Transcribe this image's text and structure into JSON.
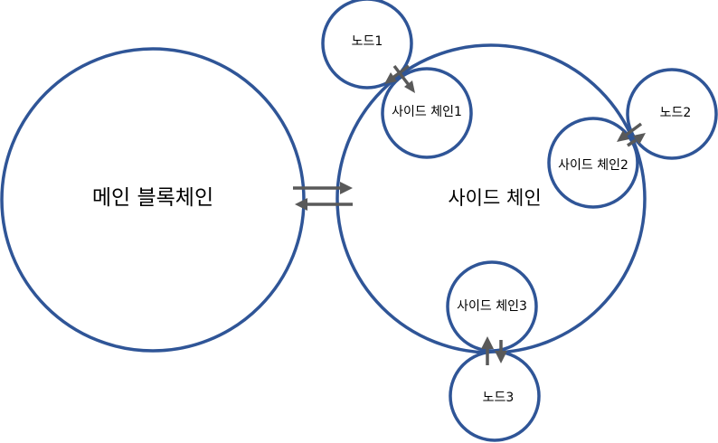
{
  "colors": {
    "circle_stroke": "#2f5597",
    "arrow": "#595959",
    "text": "#000000"
  },
  "diagram": {
    "main_chain": {
      "label": "메인 블록체인"
    },
    "side_chain": {
      "label": "사이드 체인"
    },
    "side_chain_1": {
      "label": "사이드 체인1"
    },
    "side_chain_2": {
      "label": "사이드 체인2"
    },
    "side_chain_3": {
      "label": "사이드 체인3"
    },
    "node_1": {
      "label": "노드1"
    },
    "node_2": {
      "label": "노드2"
    },
    "node_3": {
      "label": "노드3"
    }
  }
}
